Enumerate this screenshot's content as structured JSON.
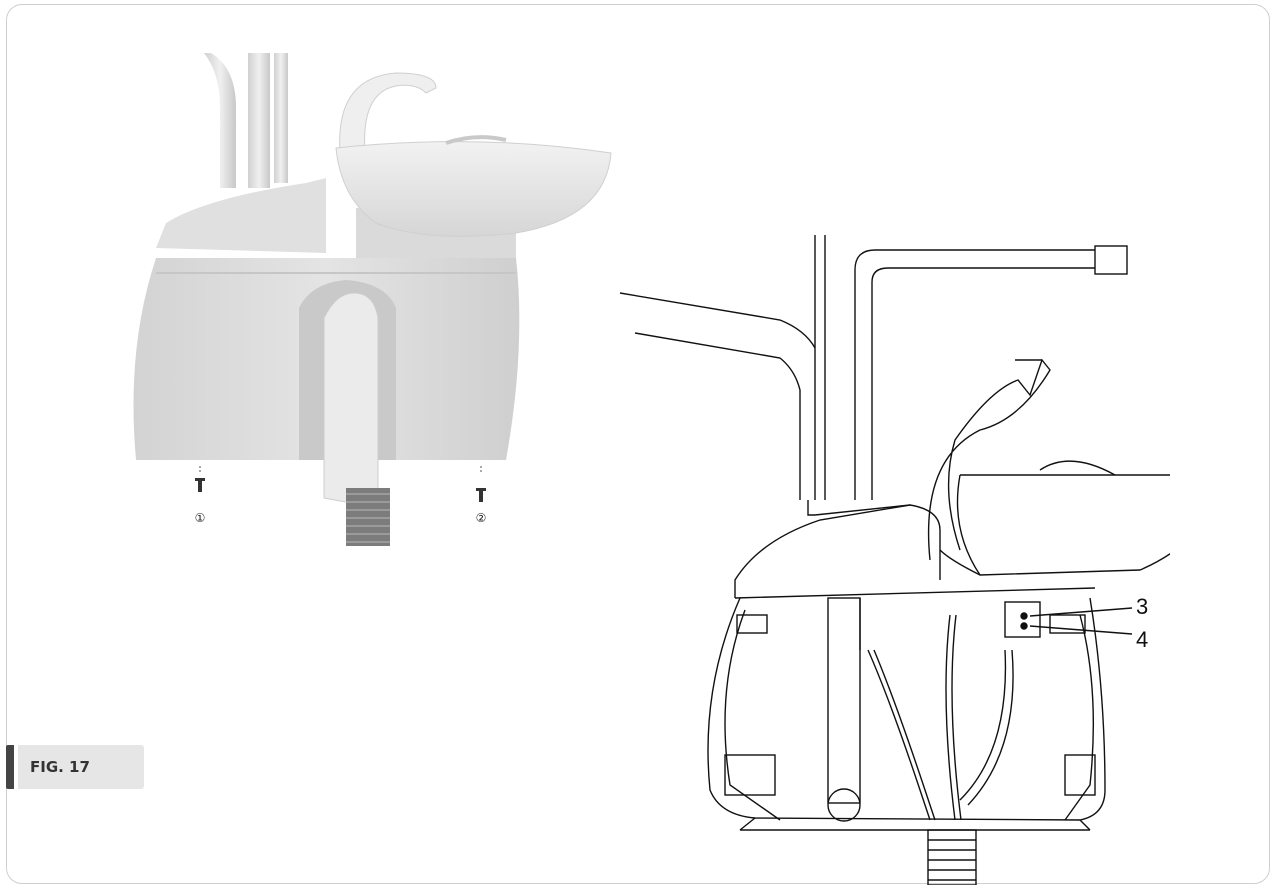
{
  "figure": {
    "label": "FIG. 17"
  },
  "photo": {
    "screws": [
      {
        "label": "①"
      },
      {
        "label": "②"
      }
    ]
  },
  "drawing": {
    "callouts": [
      {
        "label": "3"
      },
      {
        "label": "4"
      }
    ]
  },
  "colors": {
    "frame": "#cfcfcf",
    "tag_bar": "#444444",
    "tag_bg": "#e6e6e6",
    "body_gray": "#dcdcdc",
    "line": "#111111"
  }
}
